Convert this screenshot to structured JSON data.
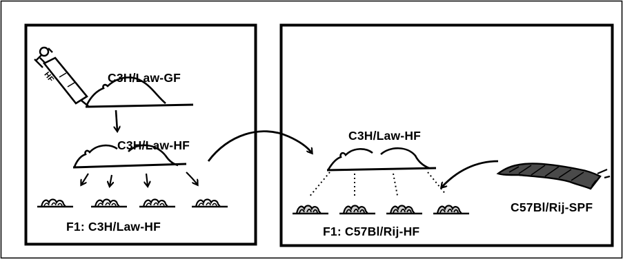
{
  "left_panel": {
    "syringe_label": "HF",
    "donor_label": "C3H/Law-GF",
    "recipient_label": "C3H/Law-HF",
    "offspring_label": "F1: C3H/Law-HF"
  },
  "middle_panel": {
    "mother_label": "C3H/Law-HF",
    "offspring_label": "F1: C57Bl/Rij-HF"
  },
  "outside": {
    "foster_label": "C57Bl/Rij-SPF"
  },
  "colors": {
    "ink": "#000000",
    "background": "#ffffff"
  }
}
